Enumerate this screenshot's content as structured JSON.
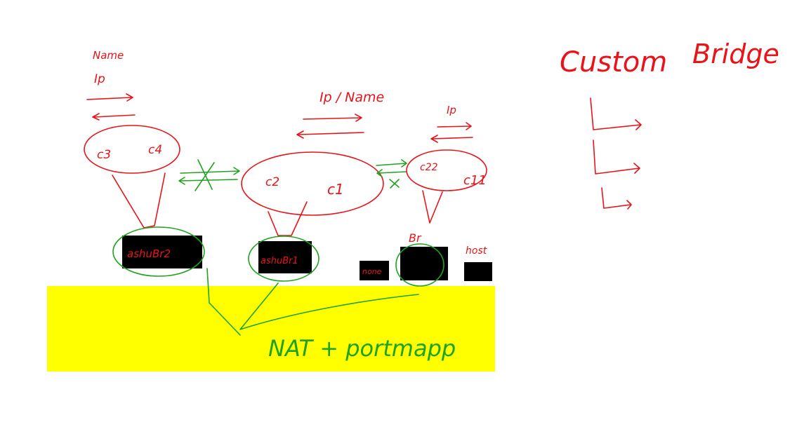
{
  "colors": {
    "ink_red": "#e8141a",
    "ink_green": "#1fa31f",
    "host_band": "#ffff00",
    "box_black": "#000000"
  },
  "heading": {
    "word1": "Custom",
    "word2": "Bridge"
  },
  "left_group": {
    "label_name": "Name",
    "label_ip": "Ip",
    "container_a": "c3",
    "container_b": "c4",
    "network": "ashuBr2"
  },
  "middle_group": {
    "label": "Ip / Name",
    "container_a": "c2",
    "container_b": "c1",
    "network": "ashuBr1"
  },
  "right_group": {
    "label_ip": "Ip",
    "container_a": "c22",
    "container_b": "c11",
    "network_bridge": "Br",
    "network_none": "none",
    "network_host": "host"
  },
  "bottom": {
    "label": "NAT + portmapp"
  }
}
